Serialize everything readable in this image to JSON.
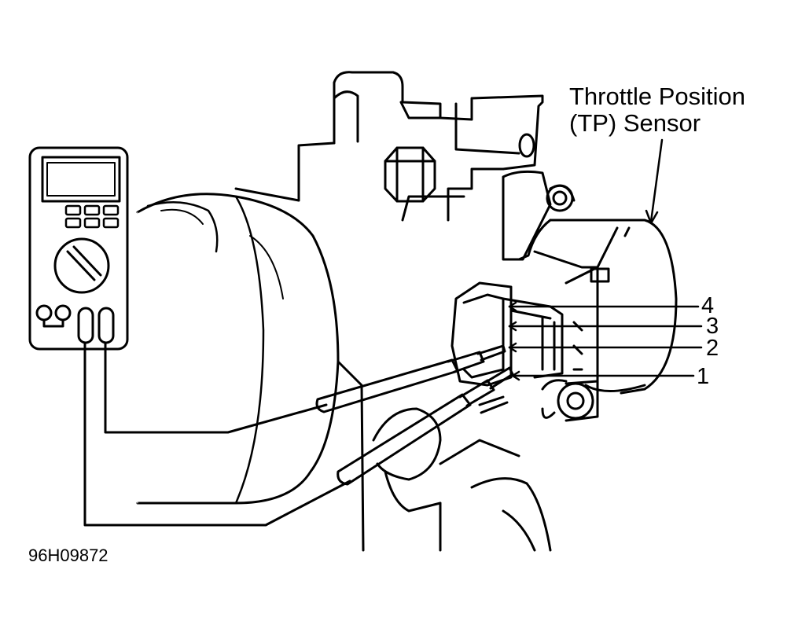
{
  "callout": {
    "line1": "Throttle Position",
    "line2": "(TP) Sensor"
  },
  "pins": [
    "4",
    "3",
    "2",
    "1"
  ],
  "figure_id": "96H09872",
  "colors": {
    "ink": "#000000",
    "paper": "#ffffff"
  }
}
